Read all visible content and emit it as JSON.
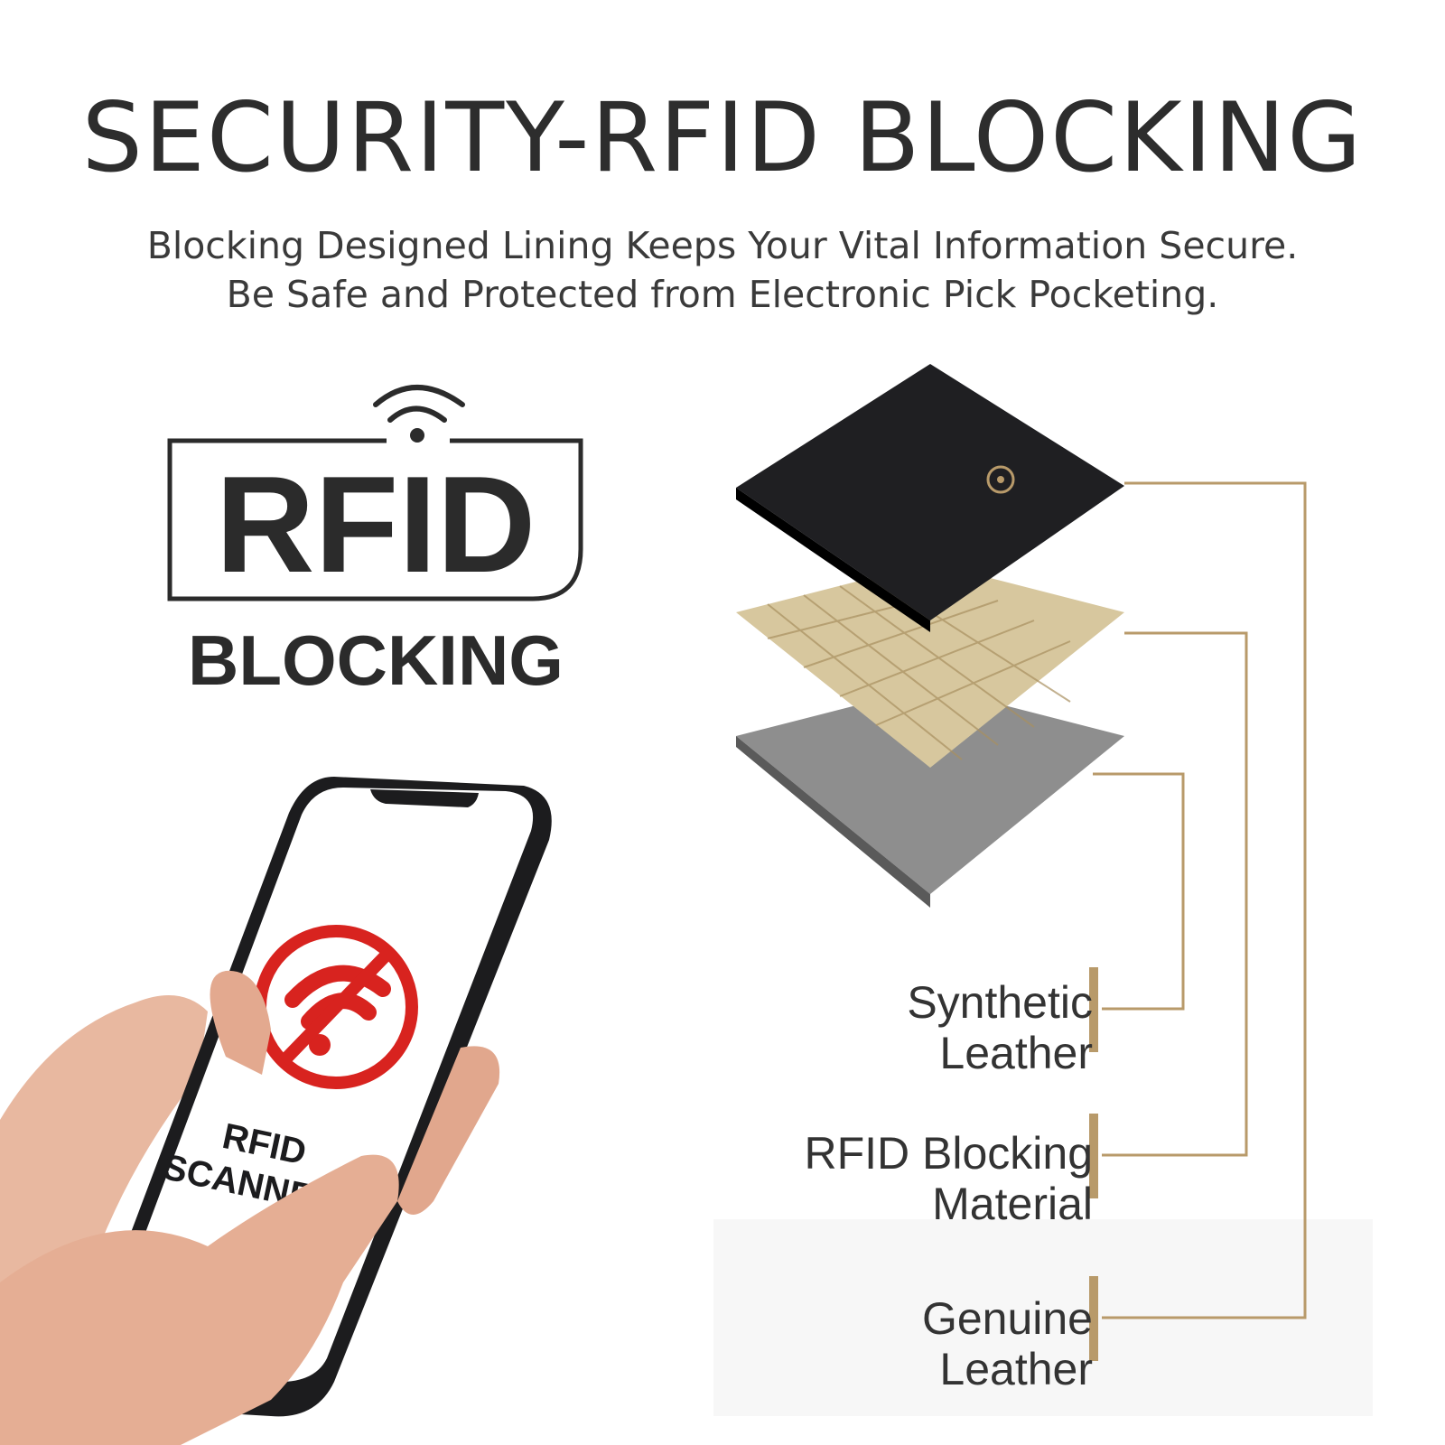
{
  "header": {
    "title": "SECURITY-RFID BLOCKING",
    "subtitle_line1": "Blocking Designed Lining Keeps Your Vital Information Secure.",
    "subtitle_line2": "Be Safe and Protected from Electronic Pick Pocketing."
  },
  "logo": {
    "word_top": "RFID",
    "word_bottom": "BLOCKING",
    "icon": "wifi-signal-icon"
  },
  "phone": {
    "screen_line1": "RFID",
    "screen_line2": "SCANNER",
    "icon": "no-wifi-icon"
  },
  "layers": [
    {
      "label_line1": "Synthetic",
      "label_line2": "Leather"
    },
    {
      "label_line1": "RFID Blocking",
      "label_line2": "Material"
    },
    {
      "label_line1": "Genuine",
      "label_line2": "Leather"
    }
  ],
  "colors": {
    "text": "#2d2d2d",
    "accent_gold": "#b89a6a",
    "prohibit_red": "#d8231f",
    "leather_black": "#1f1f22",
    "mesh_gold": "#d7c79e",
    "felt_grey": "#8e8e8e"
  }
}
